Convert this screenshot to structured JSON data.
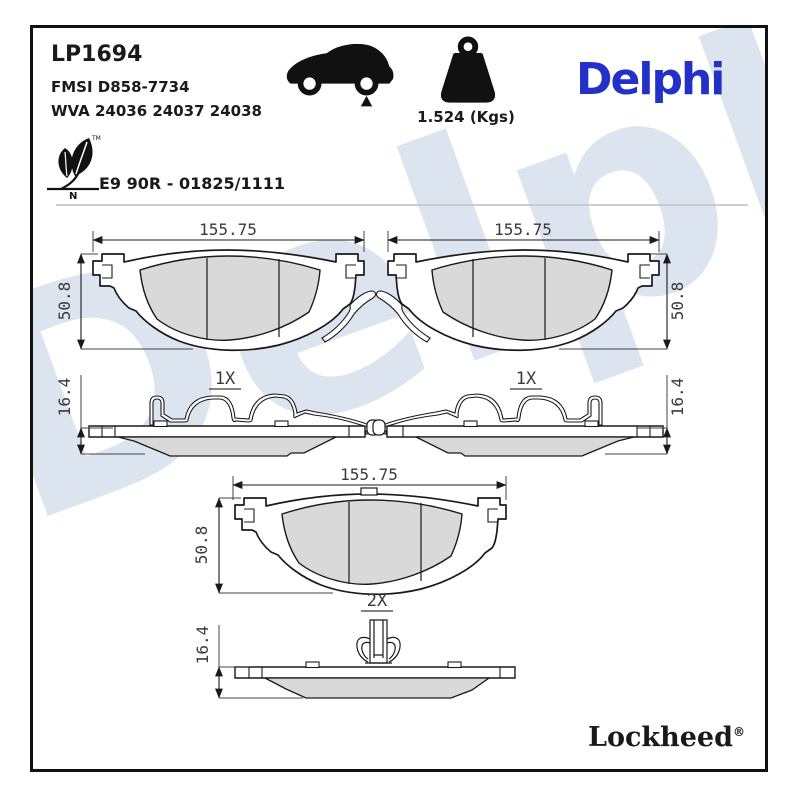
{
  "header": {
    "part_number": "LP1694",
    "fmsi_label": "FMSI D858-7734",
    "wva_label": "WVA 24036 24037 24038",
    "weight_value": "1.524 (Kgs)",
    "brand_logo": "Delphi",
    "eco_trademark": "TM",
    "eco_letter": "N",
    "approval_code": "E9 90R - 01825/1111"
  },
  "icons": {
    "car": "car-silhouette-rear-axle-icon",
    "weight": "weight-icon",
    "eco": "eco-leaf-icon"
  },
  "watermark": {
    "text": "Delphi"
  },
  "drawings": {
    "views": [
      {
        "id": "top-left",
        "width_label": "155.75",
        "height_label": "50.8",
        "thickness_label": "16.4",
        "quantity_label": "1X"
      },
      {
        "id": "top-right",
        "width_label": "155.75",
        "height_label": "50.8",
        "thickness_label": "16.4",
        "quantity_label": "1X"
      },
      {
        "id": "bottom",
        "width_label": "155.75",
        "height_label": "50.8",
        "thickness_label": "16.4",
        "quantity_label": "2X"
      }
    ]
  },
  "footer": {
    "brand": "Lockheed",
    "registered": "®"
  },
  "colors": {
    "brand_blue": "#2431c9",
    "watermark_blue": "#dce4f0",
    "pad_gray": "#d9d9d9",
    "outline": "#1a1a1a",
    "separator_gray": "#cbcbcb"
  }
}
